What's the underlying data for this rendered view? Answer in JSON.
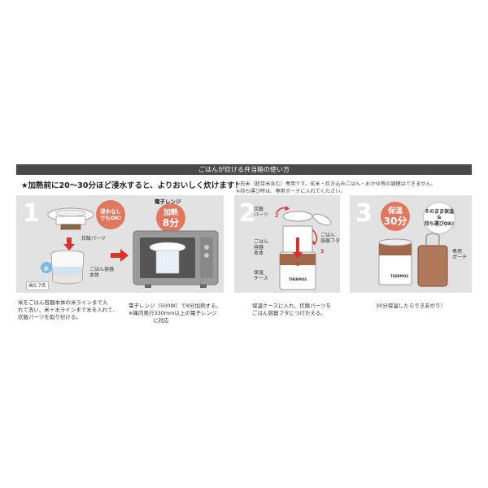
{
  "header": {
    "title": "ごはんが炊ける弁当箱の使い方"
  },
  "tip": "★加熱前に20〜30分ほど浸水すると、よりおいしく炊けます！",
  "notes": [
    "※白米（胚芽米含む）専用です。玄米・炊き込みごはん・おかゆ等の調理はできません。",
    "※持ち運び時は、専用ポーチに入れてください。"
  ],
  "step1": {
    "number": "1",
    "badge": [
      "浸水なし",
      "でもOK!"
    ],
    "label_steam": "炊飯パーツ",
    "label_container": [
      "ごはん容器",
      "本体"
    ],
    "water_mark": "水",
    "rice_amount": "米0.7合",
    "caption": [
      "米をごはん容器本体の米ラインまで入",
      "れて洗い、米＋水ラインまで水を入れて、",
      "炊飯パーツを取り付ける。"
    ],
    "microwave_title": "電子レンジ",
    "microwave_badge": [
      "加熱",
      "8分"
    ],
    "caption2": [
      "電子レンジ（500W）で8分加熱する。",
      "※庫内奥行330mm以上の電子レンジ",
      "に対応"
    ]
  },
  "step2": {
    "number": "2",
    "label_steam": [
      "炊飯",
      "パーツ"
    ],
    "label_lid": [
      "ごはん",
      "容器フタ"
    ],
    "label_body": [
      "ごはん",
      "容器",
      "本体"
    ],
    "label_case": [
      "保温",
      "ケース"
    ],
    "arrow_labels": [
      "1",
      "2",
      "3"
    ],
    "brand": "THERMOS",
    "caption": [
      "保温ケースに入れ、炊飯パーツを",
      "ごはん容器フタにつけかえる。"
    ]
  },
  "step3": {
    "number": "3",
    "badge": [
      "保温",
      "30分"
    ],
    "ok": [
      "そのまま保温",
      "&",
      "持ち運びOK!"
    ],
    "label_pouch": [
      "専用",
      "ポーチ"
    ],
    "brand": "THERMOS",
    "caption": "30分保温したらできあがり！"
  },
  "colors": {
    "accent": "#e07860",
    "header_bg": "#4a4a4a",
    "panel_bg": "#e2e2e2",
    "red_arrow": "#d9342b"
  }
}
